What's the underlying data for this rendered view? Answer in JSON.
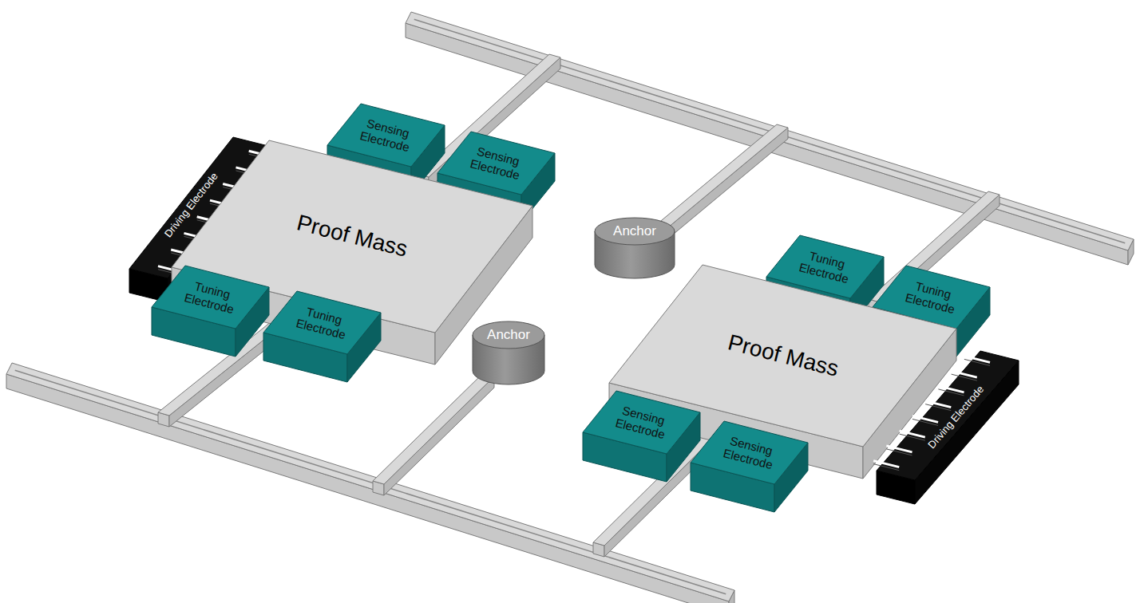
{
  "diagram": {
    "nodes": [
      {
        "text": [
          "Sensing Electrode"
        ]
      },
      {
        "text": [
          "Sensing Electrode"
        ]
      },
      {
        "text": [
          "Driving Electrode"
        ]
      },
      {
        "text": [
          "Proof Mass"
        ]
      },
      {
        "text": [
          "Anchor"
        ]
      },
      {
        "text": [
          "Tuning Electrode"
        ]
      },
      {
        "text": [
          "Tuning Electrode"
        ]
      },
      {
        "text": [
          "Tuning Electrode"
        ]
      },
      {
        "text": [
          "Tuning Electrode"
        ]
      },
      {
        "text": [
          "Anchor"
        ]
      },
      {
        "text": [
          "Proof Mass"
        ]
      },
      {
        "text": [
          "Sensing Electrode"
        ]
      },
      {
        "text": [
          "Sensing Electrode"
        ]
      },
      {
        "text": [
          "Driving Electrode"
        ]
      }
    ]
  }
}
